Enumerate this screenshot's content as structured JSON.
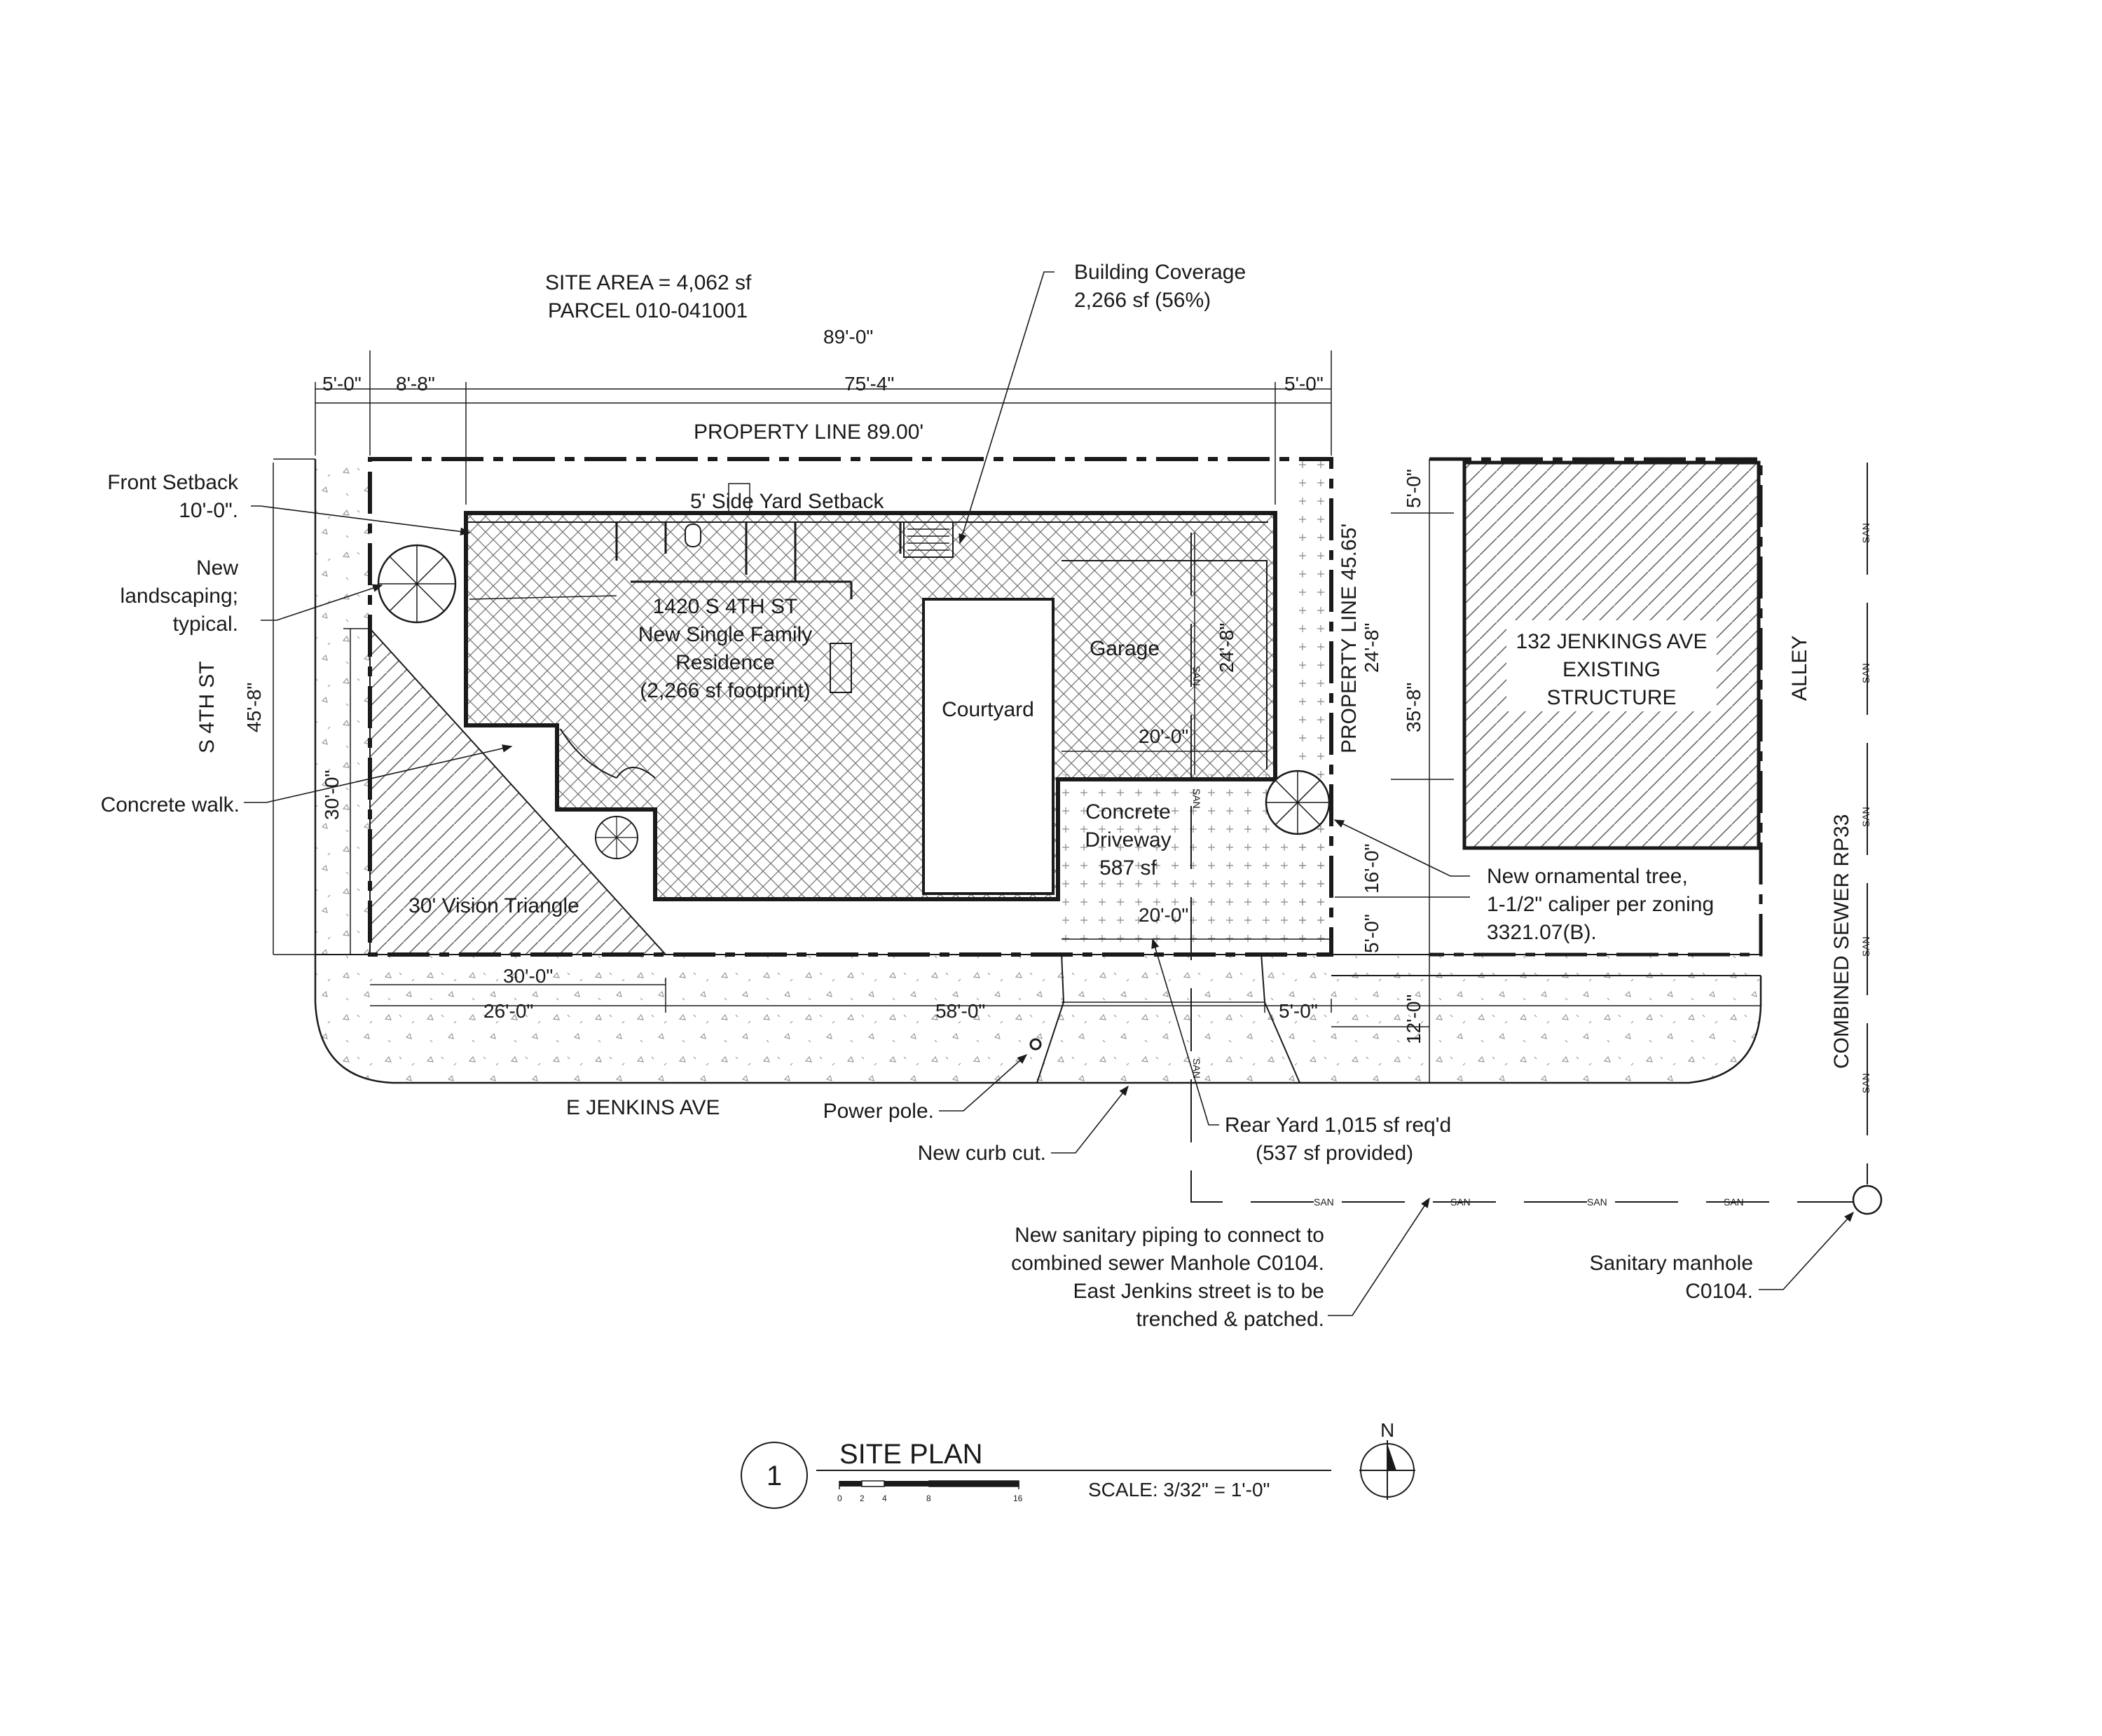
{
  "site": {
    "area": "SITE AREA = 4,062 sf",
    "parcel": "PARCEL 010-041001",
    "coverage_1": "Building Coverage",
    "coverage_2": "2,266 sf (56%)",
    "property_line_top": "PROPERTY LINE 89.00'",
    "property_line_right": "PROPERTY LINE 45.65'",
    "side_setback": "5' Side Yard Setback"
  },
  "dims": {
    "overall": "89'-0\"",
    "d_5a": "5'-0\"",
    "d_8_8": "8'-8\"",
    "d_75_4": "75'-4\"",
    "d_5b": "5'-0\"",
    "d_45_8": "45'-8\"",
    "d_30v": "30'-0\"",
    "d_30h": "30'-0\"",
    "d_26": "26'-0\"",
    "d_58": "58'-0\"",
    "d_5c": "5'-0\"",
    "d_24_8a": "24'-8\"",
    "d_20a": "20'-0\"",
    "d_20b": "20'-0\"",
    "d_5d": "5'-0\"",
    "d_24_8b": "24'-8\"",
    "d_35_8": "35'-8\"",
    "d_16": "16'-0\"",
    "d_5e": "5'-0\"",
    "d_12": "12'-0\""
  },
  "streets": {
    "s4th": "S 4TH ST",
    "jenkins": "E JENKINS AVE",
    "alley": "ALLEY",
    "sewer": "COMBINED SEWER RP33"
  },
  "building": {
    "l1": "1420 S 4TH ST",
    "l2": "New Single Family",
    "l3": "Residence",
    "l4": "(2,266 sf footprint)",
    "courtyard": "Courtyard",
    "garage": "Garage",
    "driveway_1": "Concrete",
    "driveway_2": "Driveway",
    "driveway_3": "587 sf",
    "vision": "30' Vision Triangle"
  },
  "neighbor": {
    "l1": "132 JENKINGS AVE",
    "l2": "EXISTING",
    "l3": "STRUCTURE"
  },
  "notes": {
    "front_1": "Front Setback",
    "front_2": "10'-0\".",
    "land_1": "New",
    "land_2": "landscaping;",
    "land_3": "typical.",
    "walk": "Concrete walk.",
    "tree_1": "New ornamental tree,",
    "tree_2": "1-1/2\" caliper per zoning",
    "tree_3": "3321.07(B).",
    "pole": "Power pole.",
    "curb": "New curb cut.",
    "rear_1": "Rear Yard 1,015 sf req'd",
    "rear_2": "(537 sf provided)",
    "pipe_1": "New sanitary piping to connect to",
    "pipe_2": "combined sewer Manhole C0104.",
    "pipe_3": "East Jenkins street is to be",
    "pipe_4": "trenched & patched.",
    "mh_1": "Sanitary manhole",
    "mh_2": "C0104."
  },
  "san_label": "SAN",
  "north": "N",
  "titleblock": {
    "number": "1",
    "title": "SITE PLAN",
    "scale": "SCALE: 3/32\" = 1'-0\"",
    "s0": "0",
    "s2": "2",
    "s4": "4",
    "s8": "8",
    "s16": "16"
  }
}
